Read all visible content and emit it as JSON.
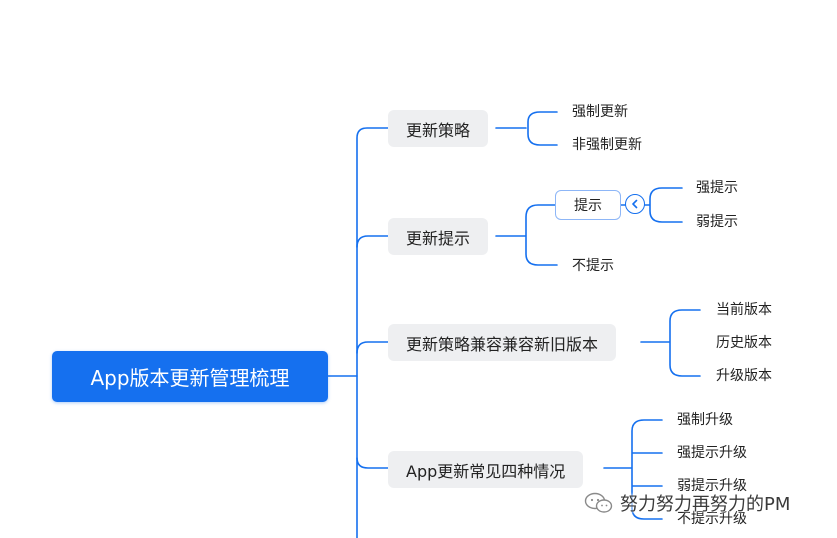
{
  "root": {
    "label": "App版本更新管理梳理"
  },
  "branches": [
    {
      "label": "更新策略",
      "children": [
        "强制更新",
        "非强制更新"
      ]
    },
    {
      "label": "更新提示",
      "children": [
        "提示",
        "不提示"
      ],
      "grandchildren": [
        "强提示",
        "弱提示"
      ]
    },
    {
      "label": "更新策略兼容兼容新旧版本",
      "children": [
        "当前版本",
        "历史版本",
        "升级版本"
      ]
    },
    {
      "label": "App更新常见四种情况",
      "children": [
        "强制升级",
        "强提示升级",
        "弱提示升级",
        "不提示升级"
      ]
    }
  ],
  "watermark": {
    "text": "努力努力再努力的PM",
    "icon": "wechat-icon"
  },
  "colors": {
    "accent": "#1570ef",
    "branch_bg": "#eeeff1",
    "line": "#1570ef"
  }
}
